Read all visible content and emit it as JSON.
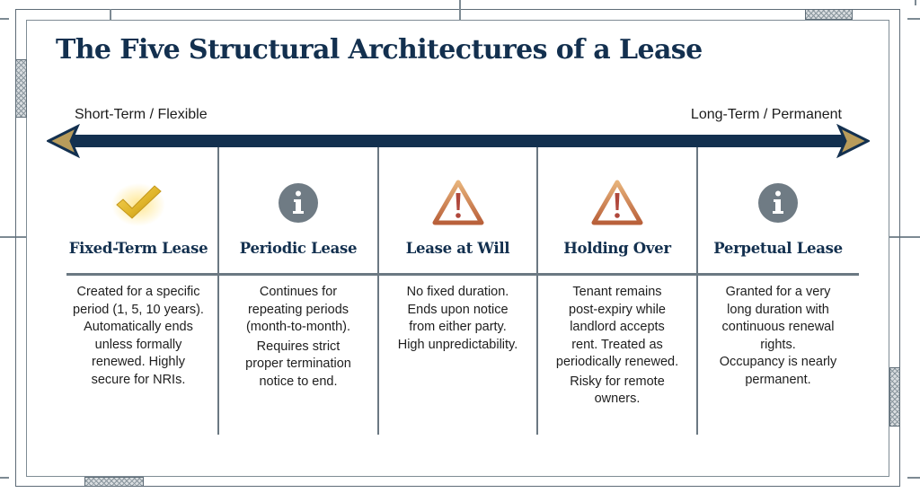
{
  "title": "The Five Structural Architectures of a Lease",
  "spectrum": {
    "left_label": "Short-Term / Flexible",
    "right_label": "Long-Term / Permanent",
    "colors": {
      "shaft": "#13304f",
      "arrowhead": "#b99c5b"
    }
  },
  "colors": {
    "title": "#13304f",
    "divider": "#6b7882",
    "check_gold": "#e0b52a",
    "info_gray": "#6f7b84",
    "warning_red": "#b0483c"
  },
  "columns": [
    {
      "icon": "gold-checkmark-icon",
      "title": "Fixed-Term Lease",
      "description": [
        "Created for a specific period (1, 5, 10 years). Automatically ends unless formally renewed. Highly secure for NRIs."
      ],
      "lines": [
        "Created for a specific",
        "period (1, 5, 10 years).",
        "Automatically ends",
        "unless formally",
        "renewed. Highly",
        "secure for NRIs."
      ]
    },
    {
      "icon": "info-icon",
      "title": "Periodic Lease",
      "lines_p1": [
        "Continues for",
        "repeating periods",
        "(month-to-month)."
      ],
      "lines_p2": [
        "Requires strict",
        "proper termination",
        "notice to end."
      ]
    },
    {
      "icon": "warning-icon",
      "title": "Lease at Will",
      "lines": [
        "No fixed duration.",
        "Ends upon notice",
        "from either party.",
        "High unpredictability."
      ]
    },
    {
      "icon": "warning-icon",
      "title": "Holding Over",
      "lines_p1": [
        "Tenant remains",
        "post-expiry while",
        "landlord accepts",
        "rent. Treated as",
        "periodically renewed."
      ],
      "lines_p2": [
        "Risky for remote",
        "owners."
      ]
    },
    {
      "icon": "info-icon",
      "title": "Perpetual Lease",
      "lines_p1": [
        "Granted for a very",
        "long duration with",
        "continuous renewal",
        "rights."
      ],
      "lines_p2": [
        "Occupancy is nearly",
        "permanent."
      ]
    }
  ]
}
